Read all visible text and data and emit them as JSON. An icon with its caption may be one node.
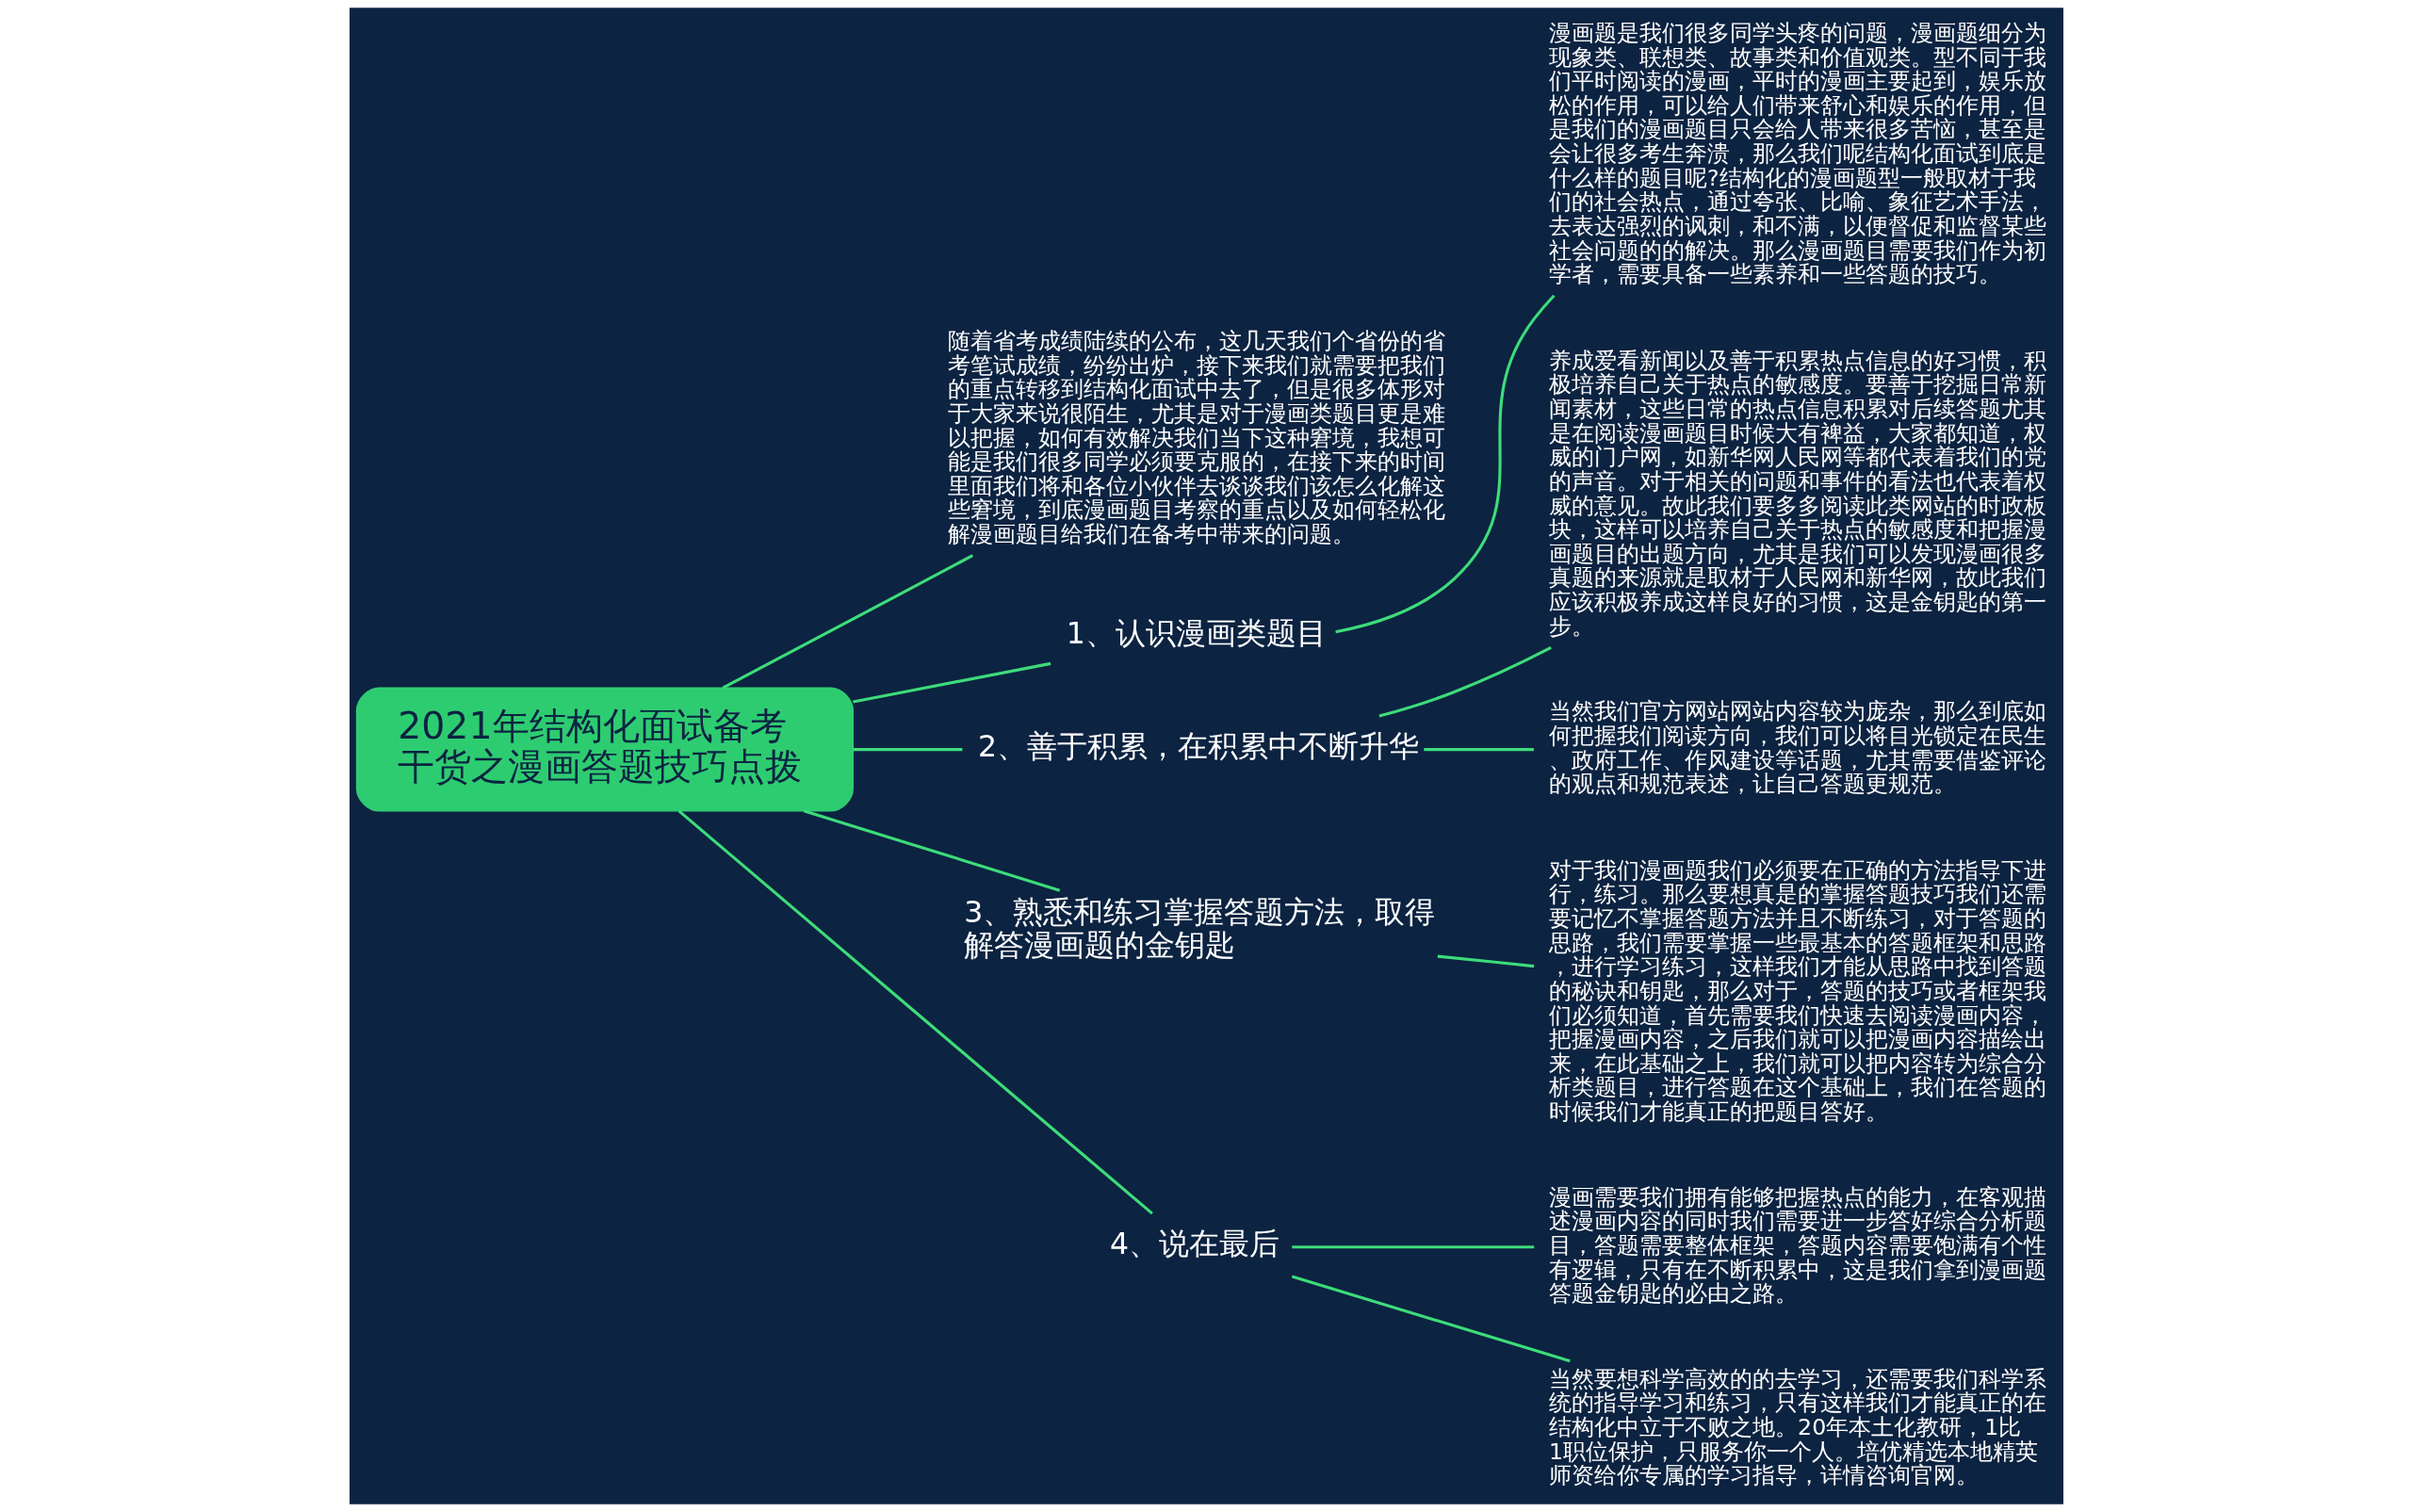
{
  "diagram": {
    "nodes": [
      {
        "text": [
          "2021年结构化面试备考干货之漫画答题技巧点拨"
        ]
      },
      {
        "text": [
          "随着省考成绩陆续的公布，这几天我们个省份的省考笔试成绩，纷纷出炉，接下来我们就需要把我们的重点转移到结构化面试中去了，但是很多体形对于大家来说很陌生，尤其是对于漫画类题目更是难以把握，如何有效解决我们当下这种窘境，我想可能是我们很多同学必须要克服的，在接下来的时间里面我们将和各位小伙伴去谈谈我们该怎么化解这些窘境，到底漫画题目考察的重点以及如何轻松化解漫画题目给我们在备考中带来的问题。"
        ]
      },
      {
        "text": [
          "1、认识漫画类题目"
        ]
      },
      {
        "text": [
          "漫画题是我们很多同学头疼的问题，漫画题细分为现象类、联想类、故事类和价值观类。型不同于我们平时阅读的漫画，平时的漫画主要起到，娱乐放松的作用，可以给人们带来舒心和娱乐的作用，但是我们的漫画题目只会给人带来很多苦恼，甚至是会让很多考生奔溃，那么我们呢结构化面试到底是什么样的题目呢?结构化的漫画题型一般取材于我们的社会热点，通过夸张、比喻、象征艺术手法，去表达强烈的讽刺，和不满，以便督促和监督某些社会问题的的解决。那么漫画题目需要我们作为初学者，需要具备一些素养和一些答题的技巧。"
        ]
      },
      {
        "text": [
          "2、善于积累，在积累中不断升华"
        ]
      },
      {
        "text": [
          "养成爱看新闻以及善于积累热点信息的好习惯，积极培养自己关于热点的敏感度。要善于挖掘日常新闻素材，这些日常的热点信息积累对后续答题尤其是在阅读漫画题目时候大有裨益，大家都知道，权威的门户网，如新华网人民网等都代表着我们的党的声音。对于相关的问题和事件的看法也代表着权威的意见。故此我们要多多阅读此类网站的时政板块，这样可以培养自己关于热点的敏感度和把握漫画题目的出题方向，尤其是我们可以发现漫画很多真题的来源就是取材于人民网和新华网，故此我们应该积极养成这样良好的习惯，这是金钥匙的第一步。"
        ]
      },
      {
        "text": [
          "当然我们官方网站网站内容较为庞杂，那么到底如何把握我们阅读方向，我们可以将目光锁定在民生、政府工作、作风建设等话题，尤其需要借鉴评论的观点和规范表述，让自己答题更规范。"
        ]
      },
      {
        "text": [
          "3、熟悉和练习掌握答题方法，取得解答漫画题的金钥匙"
        ]
      },
      {
        "text": [
          "对于我们漫画题我们必须要在正确的方法指导下进行，练习。那么要想真是的掌握答题技巧我们还需要记忆不掌握答题方法并且不断练习，对于答题的思路，我们需要掌握一些最基本的答题框架和思路，进行学习练习，这样我们才能从思路中找到答题的秘诀和钥匙，那么对于，答题的技巧或者框架我们必须知道，首先需要我们快速去阅读漫画内容，把握漫画内容，之后我们就可以把漫画内容描绘出来，在此基础之上，我们就可以把内容转为综合分析类题目，进行答题在这个基础上，我们在答题的时候我们才能真正的把题目答好。"
        ]
      },
      {
        "text": [
          "4、说在最后"
        ]
      },
      {
        "text": [
          "漫画需要我们拥有能够把握热点的能力，在客观描述漫画内容的同时我们需要进一步答好综合分析题目，答题需要整体框架，答题内容需要饱满有个性有逻辑，只有在不断积累中，这是我们拿到漫画题答题金钥匙的必由之路。"
        ]
      },
      {
        "text": [
          "当然要想科学高效的的去学习，还需要我们科学系统的指导学习和练习，只有这样我们才能真正的在结构化中立于不败之地。20年本土化教研，1比1职位保护，只服务你一个人。培优精选本地精英师资给你专属的学习指导，详情咨询官网。"
        ]
      }
    ],
    "edges": [
      {
        "from": 0,
        "to": 1,
        "arrow": "none"
      },
      {
        "from": 0,
        "to": 2,
        "arrow": "none"
      },
      {
        "from": 2,
        "to": 3,
        "arrow": "none"
      },
      {
        "from": 0,
        "to": 4,
        "arrow": "none"
      },
      {
        "from": 4,
        "to": 5,
        "arrow": "none"
      },
      {
        "from": 4,
        "to": 6,
        "arrow": "none"
      },
      {
        "from": 0,
        "to": 7,
        "arrow": "none"
      },
      {
        "from": 7,
        "to": 8,
        "arrow": "none"
      },
      {
        "from": 0,
        "to": 9,
        "arrow": "none"
      },
      {
        "from": 9,
        "to": 10,
        "arrow": "none"
      },
      {
        "from": 9,
        "to": 11,
        "arrow": "none"
      }
    ]
  }
}
